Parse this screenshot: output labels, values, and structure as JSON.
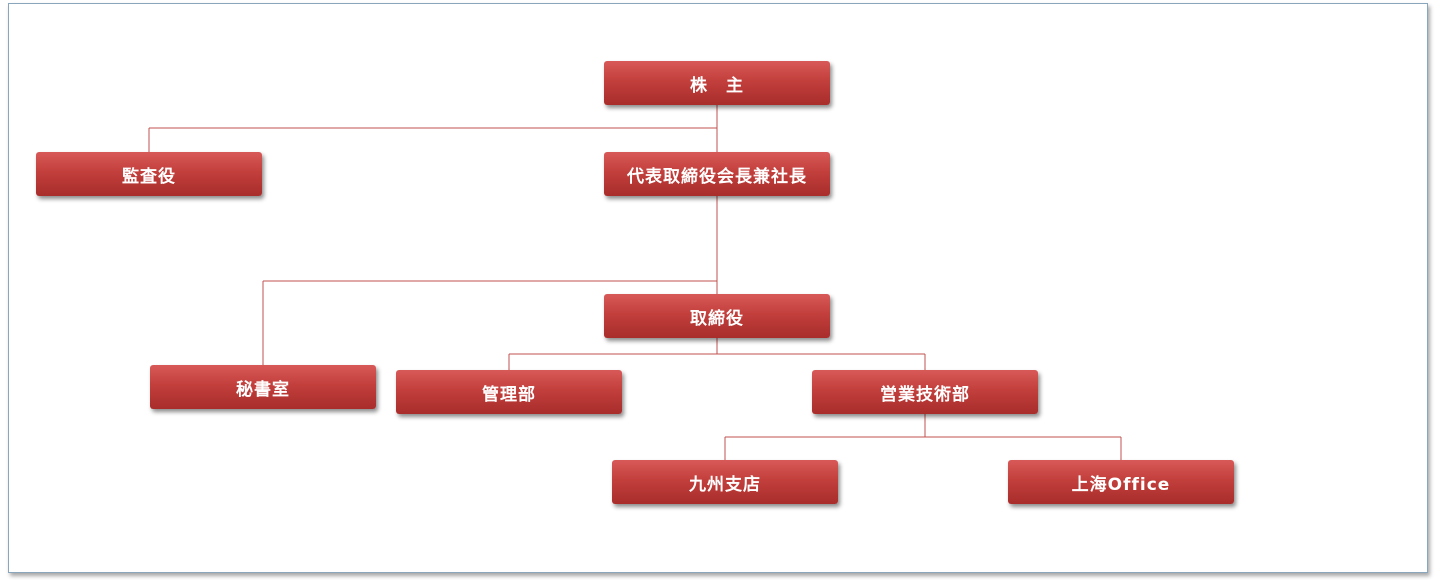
{
  "org_chart": {
    "nodes": {
      "shareholders": "株　主",
      "auditor": "監査役",
      "ceo": "代表取締役会長兼社長",
      "directors": "取締役",
      "secretariat": "秘書室",
      "admin": "管理部",
      "sales_eng": "営業技術部",
      "kyushu": "九州支店",
      "shanghai": "上海Office"
    },
    "edges": [
      [
        "shareholders",
        "auditor"
      ],
      [
        "shareholders",
        "ceo"
      ],
      [
        "ceo",
        "secretariat"
      ],
      [
        "ceo",
        "directors"
      ],
      [
        "directors",
        "admin"
      ],
      [
        "directors",
        "sales_eng"
      ],
      [
        "sales_eng",
        "kyushu"
      ],
      [
        "sales_eng",
        "shanghai"
      ]
    ],
    "colors": {
      "box_top": "#d85a58",
      "box_bottom": "#a82d2b",
      "connector": "#c0504d",
      "text": "#ffffff",
      "frame_border": "#8aa6bd"
    }
  }
}
